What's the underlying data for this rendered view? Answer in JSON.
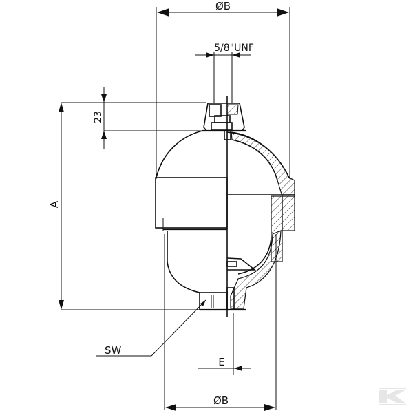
{
  "drawing": {
    "title": "Hydraulic diaphragm accumulator dimension drawing",
    "labels": {
      "diameter_top": "ØB",
      "thread": "5/8\"UNF",
      "height_top": "23",
      "overall_height": "A",
      "wrench_size": "SW",
      "port_offset": "E",
      "diameter_bottom": "ØB"
    },
    "watermark": {
      "icon": "k-logo-icon"
    },
    "colors": {
      "line": "#111111",
      "background": "#ffffff",
      "watermark": "#e6e6e6"
    }
  }
}
